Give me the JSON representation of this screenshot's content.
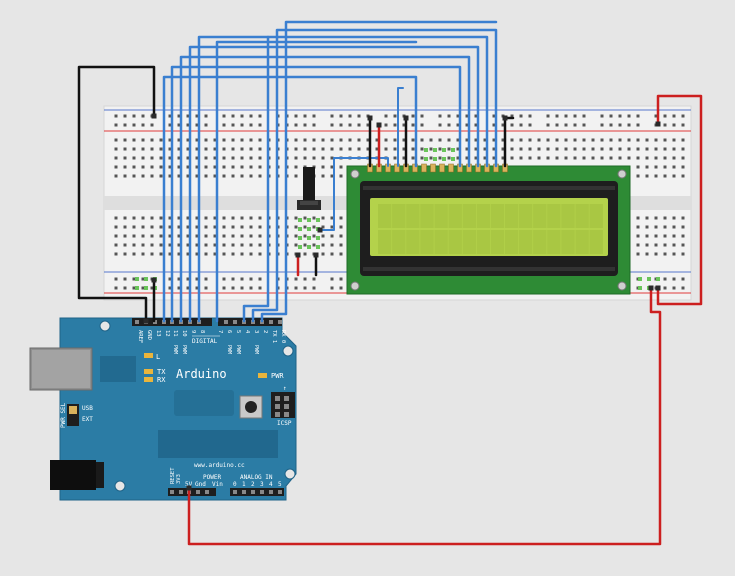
{
  "colors": {
    "background": "#e6e6e6",
    "breadboard": "#f0f0f0",
    "rail_red": "#e03a3a",
    "rail_blue": "#5577cc",
    "arduino_board": "#2b7ca5",
    "arduino_dark": "#1f6388",
    "lcd_pcb": "#2e8b35",
    "lcd_bezel": "#1e1e1e",
    "lcd_screen": "#b4d24b",
    "lcd_cell": "#a9c743",
    "wire_blue": "#3a7fd0",
    "wire_red": "#cc1f1f",
    "wire_black": "#111111",
    "pin_green": "#6ac45a"
  },
  "arduino": {
    "brand": "Arduino",
    "website": "www.arduino.cc",
    "digital_label": "DIGITAL",
    "header_top": {
      "left_labels": [
        "AREF",
        "GND",
        "13",
        "12",
        "11",
        "10",
        "9",
        "8"
      ],
      "right_labels": [
        "7",
        "6",
        "5",
        "4",
        "3",
        "2",
        "TX 1",
        "RX 0"
      ],
      "pwm_label": "PWM"
    },
    "leds": {
      "l": "L",
      "tx": "TX",
      "rx": "RX",
      "pwr": "PWR"
    },
    "power_select": {
      "title": "PWR SEL",
      "usb": "USB",
      "ext": "EXT"
    },
    "icsp": "ICSP",
    "power_section": "POWER",
    "power_labels": [
      "RESET",
      "3V3",
      "5V",
      "Gnd",
      "Vin"
    ],
    "analog_section": "ANALOG IN",
    "analog_labels": [
      "0",
      "1",
      "2",
      "3",
      "4",
      "5"
    ]
  }
}
